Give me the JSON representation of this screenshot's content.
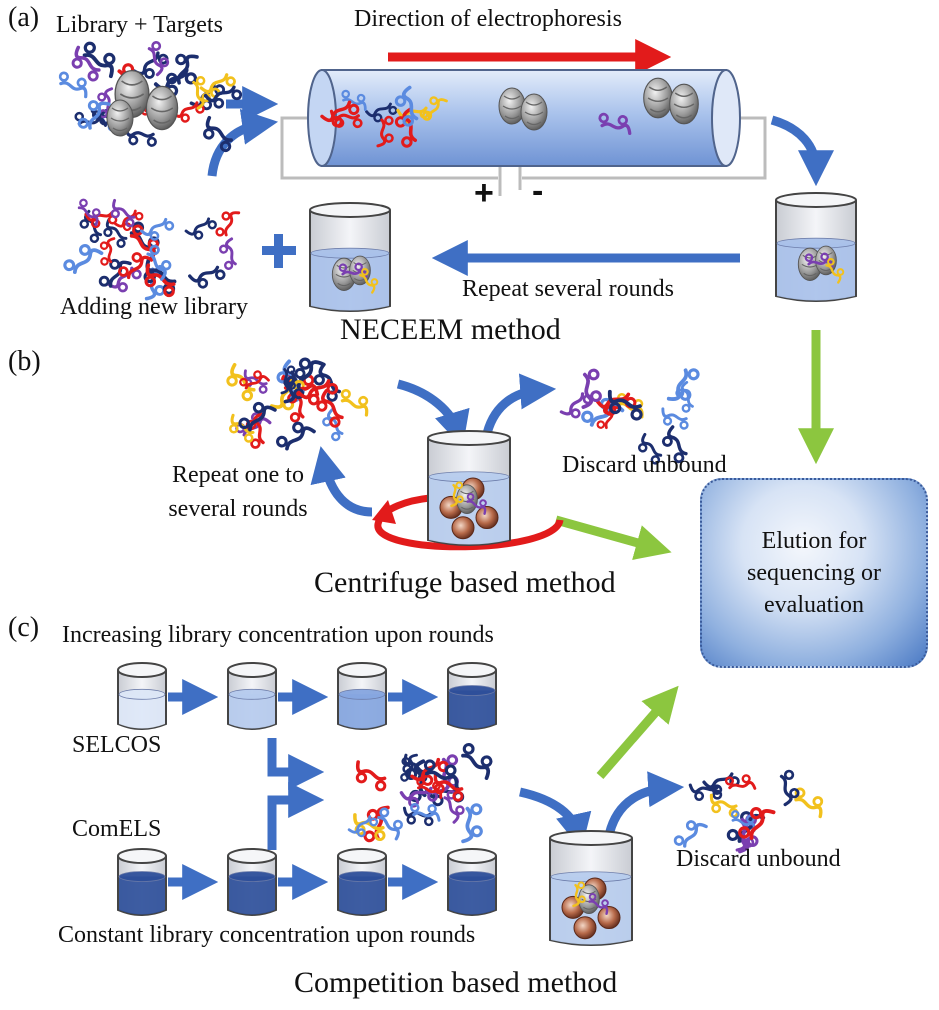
{
  "panel_a": {
    "label": "(a)",
    "library_targets": "Library + Targets",
    "direction": "Direction of electrophoresis",
    "plus": "+",
    "minus": "-",
    "repeat": "Repeat several rounds",
    "adding_library": "Adding new library",
    "method": "NECEEM method"
  },
  "panel_b": {
    "label": "(b)",
    "repeat_line1": "Repeat one to",
    "repeat_line2": "several rounds",
    "discard": "Discard unbound",
    "method": "Centrifuge based method"
  },
  "elution": {
    "line1": "Elution for",
    "line2": "sequencing or",
    "line3": "evaluation"
  },
  "panel_c": {
    "label": "(c)",
    "increasing": "Increasing library concentration upon rounds",
    "selcos": "SELCOS",
    "comels": "ComELS",
    "constant": "Constant library concentration upon rounds",
    "discard": "Discard unbound",
    "method": "Competition based method"
  },
  "colors": {
    "arrow_blue": "#3f6fc4",
    "arrow_green": "#8cc63f",
    "arrow_red": "#e21b1b",
    "liquid_dark": "#2e4f9a"
  }
}
